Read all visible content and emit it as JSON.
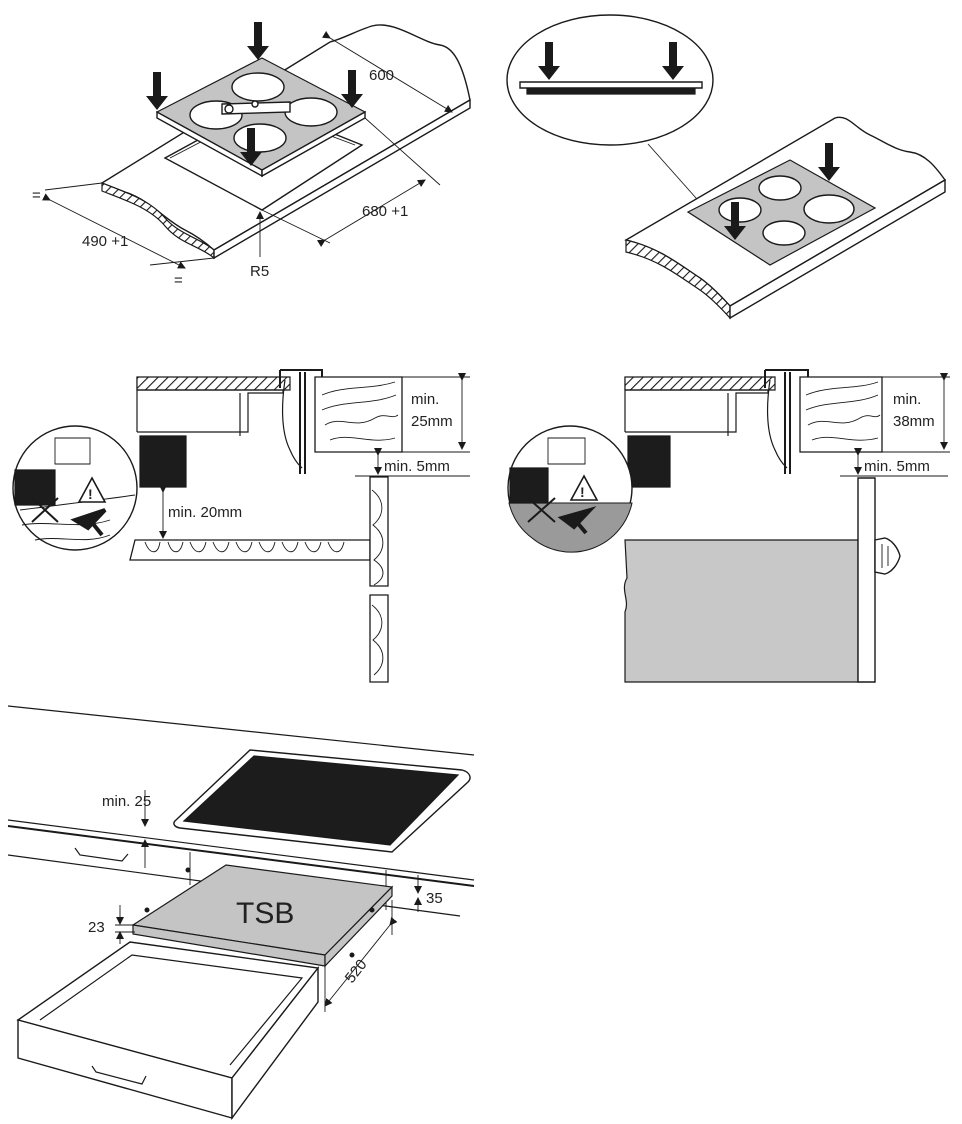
{
  "colors": {
    "line": "#1a1a1a",
    "hob_grey": "#c4c4c4",
    "dark_panel": "#1c1c1c",
    "cabinet_grey": "#c8c8c8"
  },
  "icons": {
    "warning": "warning-triangle-icon",
    "forbidden": "cross-icon",
    "press": "arrow-down-icon"
  },
  "panel1": {
    "dim_depth": "600",
    "dim_width": "680 +1",
    "dim_cut_depth": "490 +1",
    "dim_radius": "R5",
    "equal_top": "=",
    "equal_bottom": "="
  },
  "panel3": {
    "min_thickness": "min.",
    "min_thickness_value": "25mm",
    "min_gap": "min. 5mm",
    "min_clearance": "min. 20mm"
  },
  "panel4": {
    "min_thickness": "min.",
    "min_thickness_value": "38mm",
    "min_gap": "min. 5mm"
  },
  "panel5": {
    "min_top": "min. 25",
    "drawer_label": "TSB",
    "dim_height": "35",
    "dim_front": "23",
    "dim_depth": "520"
  }
}
